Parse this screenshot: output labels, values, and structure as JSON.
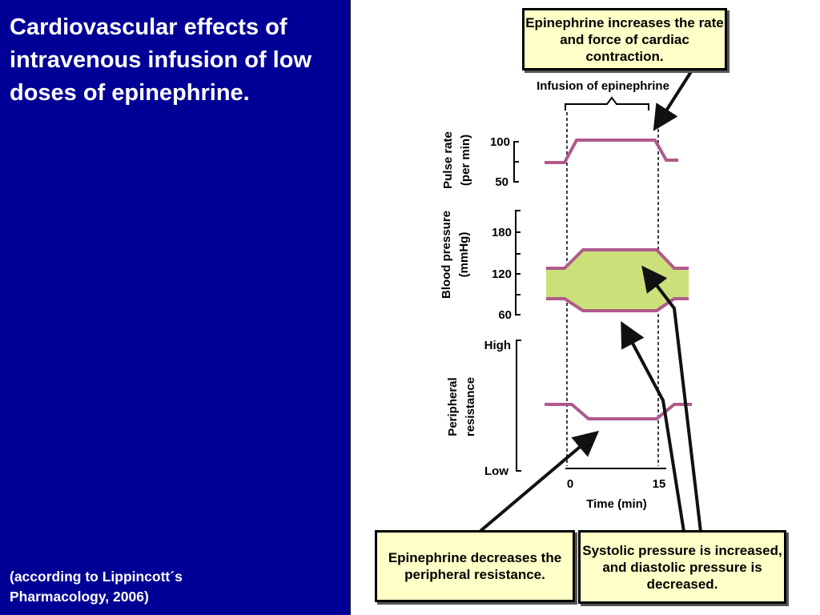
{
  "title": "Cardiovascular effects of intravenous infusion of low doses of epinephrine.",
  "citation_line1": "(according to Lippincott´s",
  "citation_line2": "Pharmacology, 2006)",
  "diagram": {
    "infusion_label": "Infusion of epinephrine",
    "pulse": {
      "label_line1": "Pulse rate",
      "label_line2": "(per min)",
      "ticks": [
        "100",
        "50"
      ]
    },
    "bp": {
      "label_line1": "Blood pressure",
      "label_line2": "(mmHg)",
      "ticks": [
        "180",
        "120",
        "60"
      ]
    },
    "resistance": {
      "label_line1": "Peripheral",
      "label_line2": "resistance",
      "ticks": [
        "High",
        "Low"
      ]
    },
    "time": {
      "label": "Time (min)",
      "ticks": [
        "0",
        "15"
      ]
    },
    "colors": {
      "curve": "#b05a8c",
      "bp_fill": "#cce07a"
    }
  },
  "callouts": {
    "cardiac": "Epinephrine increases the rate and force of cardiac contraction.",
    "resistance": "Epinephrine decreases the peripheral resistance.",
    "pressure": "Systolic pressure is increased, and diastolic pressure is decreased."
  }
}
